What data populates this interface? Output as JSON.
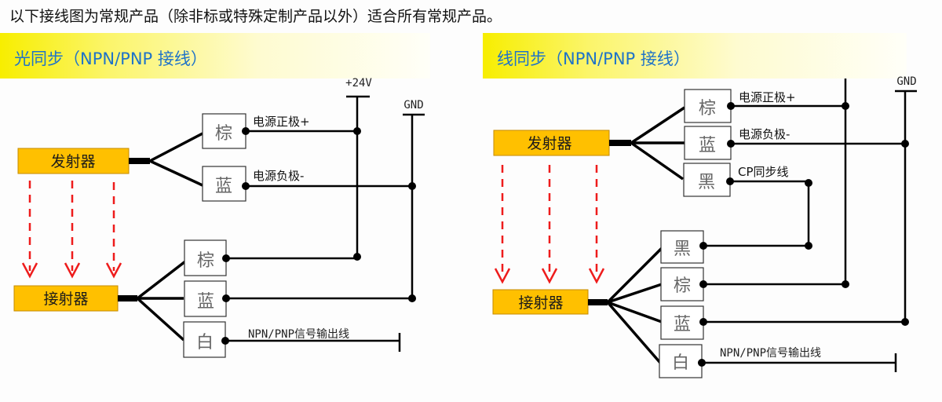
{
  "intro_text": "以下接线图为常规产品（除非标或特殊定制产品以外）适合所有常规产品。",
  "colors": {
    "device_fill": "#ffc000",
    "device_border": "#c58a00",
    "beam_arrow": "#ee1c1c",
    "title_text": "#1f73c8",
    "band_yellow": "#f7ee00"
  },
  "left_diagram": {
    "title": "光同步（NPN/PNP 接线）",
    "emitter": {
      "label": "发射器",
      "wires": [
        {
          "color_label": "棕",
          "function": "电源正极+"
        },
        {
          "color_label": "蓝",
          "function": "电源负极-"
        }
      ]
    },
    "receiver": {
      "label": "接射器",
      "wires": [
        {
          "color_label": "棕",
          "function": ""
        },
        {
          "color_label": "蓝",
          "function": ""
        },
        {
          "color_label": "白",
          "function": "NPN/PNP信号输出线"
        }
      ]
    },
    "rails": {
      "positive": "+24V",
      "ground": "GND"
    }
  },
  "right_diagram": {
    "title": "线同步（NPN/PNP 接线）",
    "emitter": {
      "label": "发射器",
      "wires": [
        {
          "color_label": "棕",
          "function": "电源正极+"
        },
        {
          "color_label": "蓝",
          "function": "电源负极-"
        },
        {
          "color_label": "黑",
          "function": "CP同步线"
        }
      ]
    },
    "receiver": {
      "label": "接射器",
      "wires": [
        {
          "color_label": "黑",
          "function": ""
        },
        {
          "color_label": "棕",
          "function": ""
        },
        {
          "color_label": "蓝",
          "function": ""
        },
        {
          "color_label": "白",
          "function": "NPN/PNP信号输出线"
        }
      ]
    },
    "rails": {
      "ground": "GND"
    }
  }
}
